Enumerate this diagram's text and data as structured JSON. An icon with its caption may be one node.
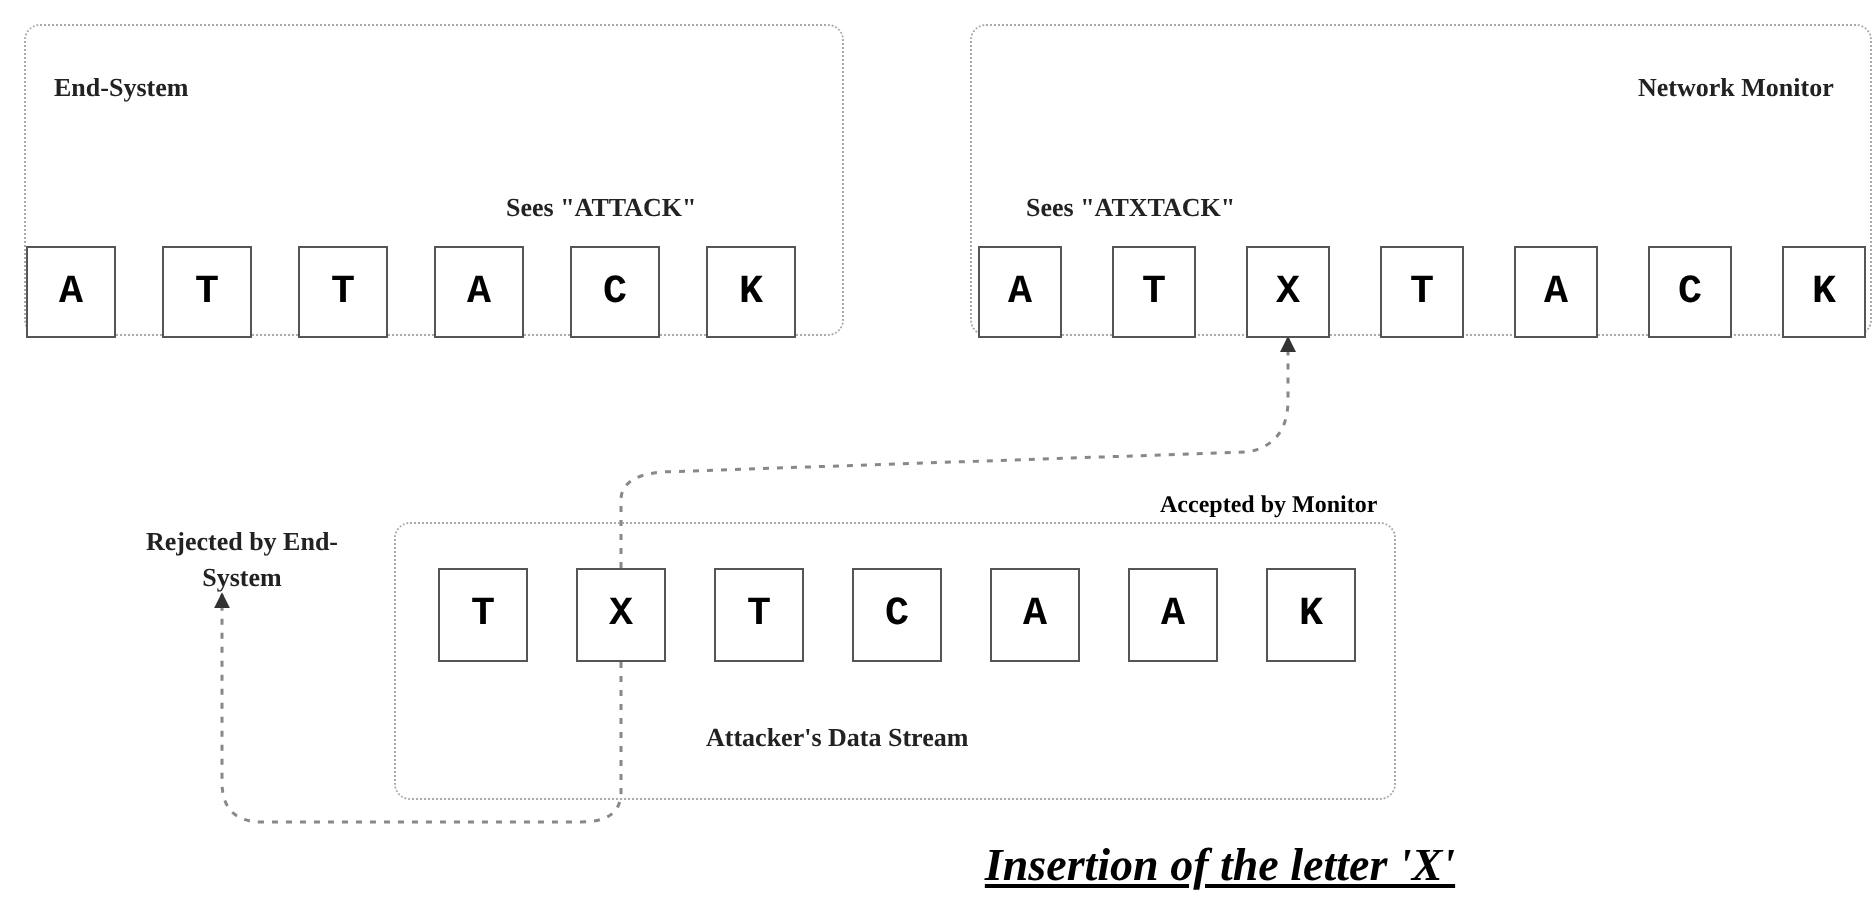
{
  "diagram": {
    "caption": "Insertion of the letter 'X'",
    "nodes": [
      {
        "text": [
          "End-System",
          "Sees \"ATTACK\""
        ]
      },
      {
        "text": [
          "A"
        ],
        "in": 0
      },
      {
        "text": [
          "T"
        ],
        "in": 0
      },
      {
        "text": [
          "T"
        ],
        "in": 0
      },
      {
        "text": [
          "A"
        ],
        "in": 0
      },
      {
        "text": [
          "C"
        ],
        "in": 0
      },
      {
        "text": [
          "K"
        ],
        "in": 0
      },
      {
        "text": [
          "Network Monitor",
          "Sees \"ATXTACK\""
        ]
      },
      {
        "text": [
          "A"
        ],
        "in": 7
      },
      {
        "text": [
          "T"
        ],
        "in": 7
      },
      {
        "text": [
          "X"
        ],
        "in": 7
      },
      {
        "text": [
          "T"
        ],
        "in": 7
      },
      {
        "text": [
          "A"
        ],
        "in": 7
      },
      {
        "text": [
          "C"
        ],
        "in": 7
      },
      {
        "text": [
          "K"
        ],
        "in": 7
      },
      {
        "text": [
          "Attacker's Data Stream"
        ]
      },
      {
        "text": [
          "T"
        ],
        "in": 15
      },
      {
        "text": [
          "X"
        ],
        "in": 15
      },
      {
        "text": [
          "T"
        ],
        "in": 15
      },
      {
        "text": [
          "C"
        ],
        "in": 15
      },
      {
        "text": [
          "A"
        ],
        "in": 15
      },
      {
        "text": [
          "A"
        ],
        "in": 15
      },
      {
        "text": [
          "K"
        ],
        "in": 15
      },
      {
        "text": [
          "Rejected by End-System"
        ]
      }
    ],
    "edges": [
      {
        "from": 17,
        "to": 10,
        "arrow": "to",
        "label": "Accepted by Monitor",
        "style": "dashed"
      },
      {
        "from": 17,
        "to": 23,
        "arrow": "to",
        "style": "dashed"
      }
    ]
  }
}
